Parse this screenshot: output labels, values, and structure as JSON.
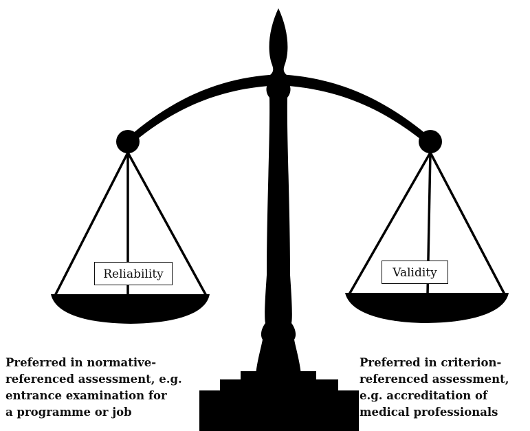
{
  "labels": {
    "left_pan": "Reliability",
    "right_pan": "Validity"
  },
  "captions": {
    "left": [
      "Preferred in normative-",
      "referenced assessment, e.g.",
      "entrance examination for",
      "a programme or job"
    ],
    "right": [
      "Preferred in criterion-",
      "referenced assessment,",
      "e.g. accreditation of",
      "medical professionals"
    ]
  },
  "colors": {
    "ink": "#000000",
    "background": "#ffffff"
  }
}
